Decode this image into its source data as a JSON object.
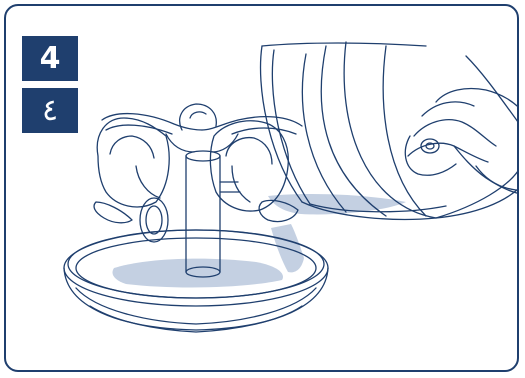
{
  "step": {
    "number_latin": "4",
    "number_arabic": "٤"
  },
  "colors": {
    "accent": "#1f3f6e",
    "line": "#1f3f6e",
    "water": "#c4d0e2"
  },
  "illustration": {
    "icon": "pour-water-into-steriliser-illustration"
  }
}
